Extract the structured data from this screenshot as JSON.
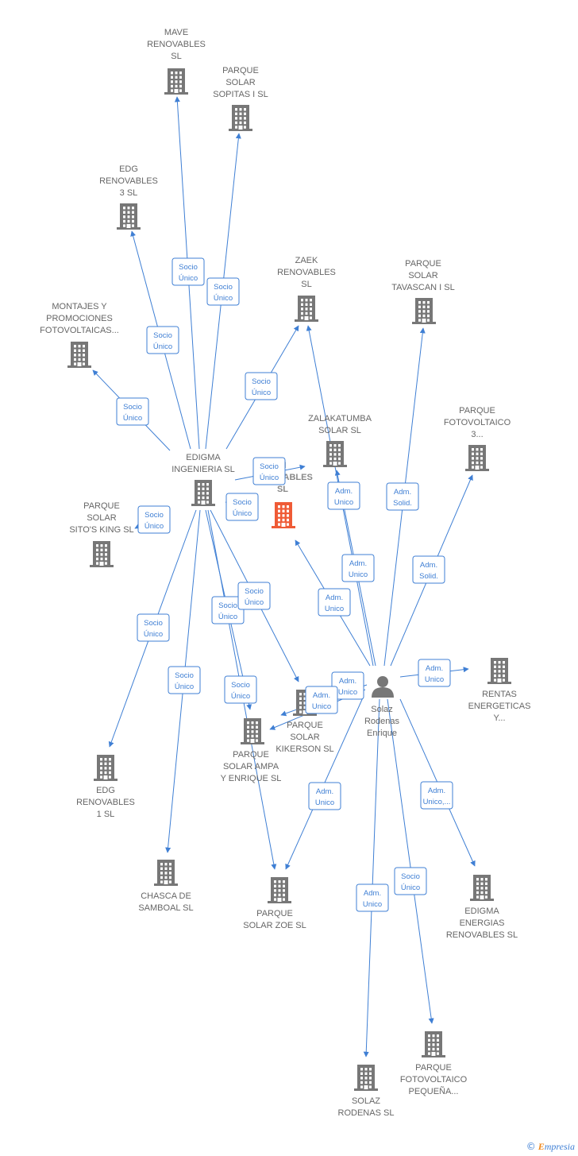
{
  "colors": {
    "edge": "#3f7fd4",
    "building": "#777777",
    "focus_building": "#ef5b36",
    "person": "#777777",
    "label": "#666666",
    "brand_e": "#f08a1e"
  },
  "footer": {
    "copyright_symbol": "©",
    "brand_initial": "E",
    "brand_rest": "mpresia"
  },
  "nodes": [
    {
      "id": "mave",
      "type": "company",
      "lines": [
        "MAVE",
        "RENOVABLES",
        "SL"
      ]
    },
    {
      "id": "sopitas",
      "type": "company",
      "lines": [
        "PARQUE",
        "SOLAR",
        "SOPITAS I  SL"
      ]
    },
    {
      "id": "edg3",
      "type": "company",
      "lines": [
        "EDG",
        "RENOVABLES",
        "3  SL"
      ]
    },
    {
      "id": "montajes",
      "type": "company",
      "lines": [
        "MONTAJES Y",
        "PROMOCIONES",
        "FOTOVOLTAICAS..."
      ]
    },
    {
      "id": "zaek",
      "type": "company",
      "lines": [
        "ZAEK",
        "RENOVABLES",
        "SL"
      ]
    },
    {
      "id": "tavascan",
      "type": "company",
      "lines": [
        "PARQUE",
        "SOLAR",
        "TAVASCAN I  SL"
      ]
    },
    {
      "id": "zalakatumba",
      "type": "company",
      "lines": [
        "ZALAKATUMBA",
        "SOLAR  SL"
      ]
    },
    {
      "id": "fotovoltaico3",
      "type": "company",
      "lines": [
        "PARQUE",
        "FOTOVOLTAICO",
        "3..."
      ]
    },
    {
      "id": "edigma_ing",
      "type": "company",
      "lines": [
        "EDIGMA",
        "INGENIERIA  SL"
      ]
    },
    {
      "id": "focus",
      "type": "focus",
      "lines": [
        "M",
        "RENOVABLES",
        "SL"
      ]
    },
    {
      "id": "sitos",
      "type": "company",
      "lines": [
        "PARQUE",
        "SOLAR",
        "SITO'S KING  SL"
      ]
    },
    {
      "id": "rentas",
      "type": "company",
      "lines": [
        "RENTAS",
        "ENERGETICAS",
        "Y..."
      ]
    },
    {
      "id": "solaz",
      "type": "person",
      "lines": [
        "Solaz",
        "Rodenas",
        "Enrique"
      ]
    },
    {
      "id": "kikerson",
      "type": "company",
      "lines": [
        "PARQUE",
        "SOLAR",
        "KIKERSON  SL"
      ]
    },
    {
      "id": "ampa",
      "type": "company",
      "lines": [
        "PARQUE",
        "SOLAR AMPA",
        "Y ENRIQUE  SL"
      ]
    },
    {
      "id": "edg1",
      "type": "company",
      "lines": [
        "EDG",
        "RENOVABLES",
        "1  SL"
      ]
    },
    {
      "id": "chasca",
      "type": "company",
      "lines": [
        "CHASCA DE",
        "SAMBOAL  SL"
      ]
    },
    {
      "id": "zoe",
      "type": "company",
      "lines": [
        "PARQUE",
        "SOLAR ZOE  SL"
      ]
    },
    {
      "id": "edigma_ene",
      "type": "company",
      "lines": [
        "EDIGMA",
        "ENERGIAS",
        "RENOVABLES SL"
      ]
    },
    {
      "id": "pequena",
      "type": "company",
      "lines": [
        "PARQUE",
        "FOTOVOLTAICO",
        "PEQUEÑA..."
      ]
    },
    {
      "id": "solaz_sl",
      "type": "company",
      "lines": [
        "SOLAZ",
        "RODENAS SL"
      ]
    }
  ],
  "edges": [
    {
      "from": "edigma_ing",
      "to": "mave",
      "label": [
        "Socio",
        "Único"
      ]
    },
    {
      "from": "edigma_ing",
      "to": "sopitas",
      "label": [
        "Socio",
        "Único"
      ]
    },
    {
      "from": "edigma_ing",
      "to": "edg3",
      "label": [
        "Socio",
        "Único"
      ]
    },
    {
      "from": "edigma_ing",
      "to": "montajes",
      "label": [
        "Socio",
        "Único"
      ]
    },
    {
      "from": "edigma_ing",
      "to": "zaek",
      "label": [
        "Socio",
        "Único"
      ]
    },
    {
      "from": "edigma_ing",
      "to": "focus",
      "label": [
        "Socio",
        "Único"
      ]
    },
    {
      "from": "edigma_ing",
      "to": "zalakatumba",
      "label": [
        "Socio",
        "Único"
      ]
    },
    {
      "from": "edigma_ing",
      "to": "sitos",
      "label": [
        "Socio",
        "Único"
      ]
    },
    {
      "from": "edigma_ing",
      "to": "edg1",
      "label": [
        "Socio",
        "Único"
      ]
    },
    {
      "from": "edigma_ing",
      "to": "chasca",
      "label": [
        "Socio",
        "Único"
      ]
    },
    {
      "from": "edigma_ing",
      "to": "ampa",
      "label": [
        "Socio",
        "Único"
      ]
    },
    {
      "from": "edigma_ing",
      "to": "kikerson",
      "label": [
        "Socio",
        "Único"
      ]
    },
    {
      "from": "edigma_ing",
      "to": "zoe",
      "label": [
        "Socio",
        "Único"
      ]
    },
    {
      "from": "solaz",
      "to": "zaek",
      "label": [
        "Adm.",
        "Unico"
      ]
    },
    {
      "from": "solaz",
      "to": "zalakatumba",
      "label": [
        "Adm.",
        "Unico"
      ]
    },
    {
      "from": "solaz",
      "to": "tavascan",
      "label": [
        "Adm.",
        "Solid."
      ]
    },
    {
      "from": "solaz",
      "to": "fotovoltaico3",
      "label": [
        "Adm.",
        "Solid."
      ]
    },
    {
      "from": "solaz",
      "to": "focus",
      "label": [
        "Adm.",
        "Unico"
      ]
    },
    {
      "from": "solaz",
      "to": "rentas",
      "label": [
        "Adm.",
        "Unico"
      ]
    },
    {
      "from": "solaz",
      "to": "kikerson",
      "label": [
        "Adm.",
        "Unico"
      ]
    },
    {
      "from": "solaz",
      "to": "ampa",
      "label": [
        "Adm.",
        "Unico"
      ]
    },
    {
      "from": "solaz",
      "to": "zoe",
      "label": [
        "Adm.",
        "Unico"
      ]
    },
    {
      "from": "solaz",
      "to": "edigma_ene",
      "label": [
        "Adm.",
        "Unico,..."
      ]
    },
    {
      "from": "solaz",
      "to": "solaz_sl",
      "label": [
        "Adm.",
        "Unico"
      ]
    },
    {
      "from": "solaz",
      "to": "pequena",
      "label": [
        "Socio",
        "Único"
      ]
    }
  ]
}
